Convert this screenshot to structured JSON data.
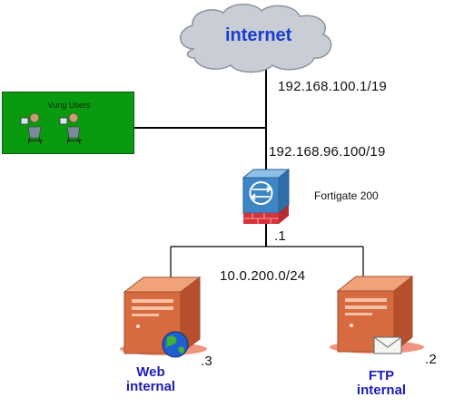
{
  "cloud": {
    "label": "internet"
  },
  "wan_subnet": "192.168.100.1/19",
  "lan_subnet": "192.168.96.100/19",
  "users_group": {
    "label": "Vung Users"
  },
  "firewall": {
    "label": "Fortigate 200",
    "interface": ".1"
  },
  "internal_subnet": "10.0.200.0/24",
  "servers": [
    {
      "name_line1": "Web",
      "name_line2": "internal",
      "host": ".3"
    },
    {
      "name_line1": "FTP",
      "name_line2": "internal",
      "host": ".2"
    }
  ],
  "colors": {
    "cloud": "#c9cdd6",
    "cloud_text": "#1a3dcc",
    "users_box": "#0a9a10",
    "firewall_blue": "#3c86c6",
    "firewall_brick": "#d8323a",
    "server_body": "#d86a40",
    "server_label": "#1c1cb8"
  }
}
